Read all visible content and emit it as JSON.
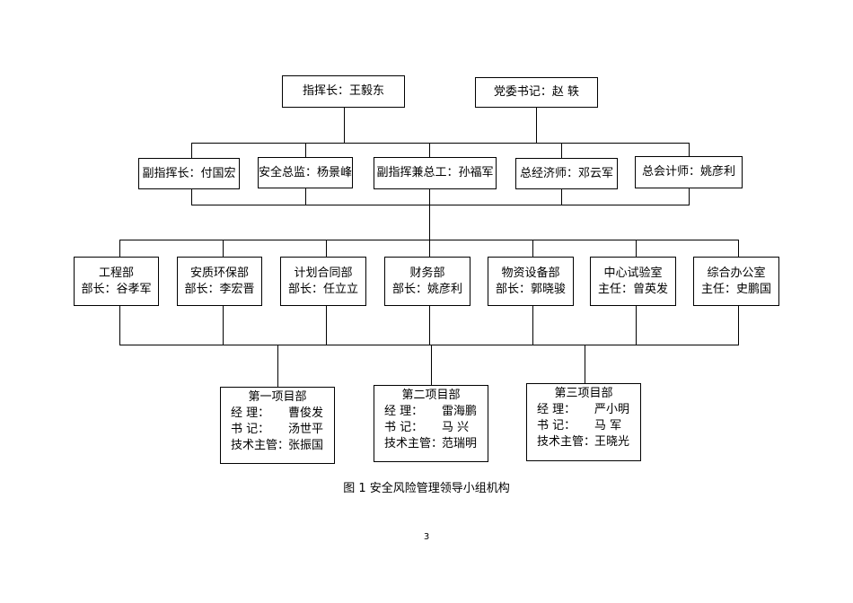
{
  "top": [
    {
      "text": "指挥长：王毅东"
    },
    {
      "text": "党委书记：赵  轶"
    }
  ],
  "level2": [
    {
      "text": "副指挥长：付国宏"
    },
    {
      "text": "安全总监：杨景峰"
    },
    {
      "text": "副指挥兼总工：孙福军"
    },
    {
      "text": "总经济师：邓云军"
    },
    {
      "text": "总会计师：姚彦利"
    }
  ],
  "departments": [
    {
      "name": "工程部",
      "leader": "部长：谷孝军"
    },
    {
      "name": "安质环保部",
      "leader": "部长：李宏晋"
    },
    {
      "name": "计划合同部",
      "leader": "部长：任立立"
    },
    {
      "name": "财务部",
      "leader": "部长：姚彦利"
    },
    {
      "name": "物资设备部",
      "leader": "部长：郭晓骏"
    },
    {
      "name": "中心试验室",
      "leader": "主任：曾英发"
    },
    {
      "name": "综合办公室",
      "leader": "主任：史鹏国"
    }
  ],
  "projects": [
    {
      "title": "第一项目部",
      "rows": [
        [
          "经      理：",
          "曹俊发"
        ],
        [
          "书      记：",
          "汤世平"
        ],
        [
          "技术主管：",
          "张振国"
        ]
      ]
    },
    {
      "title": "第二项目部",
      "rows": [
        [
          "经      理：",
          "雷海鹏"
        ],
        [
          "书      记：",
          "马  兴"
        ],
        [
          "技术主管：",
          "范瑞明"
        ]
      ]
    },
    {
      "title": "第三项目部",
      "rows": [
        [
          "经      理：",
          "严小明"
        ],
        [
          "书      记：",
          "马  军"
        ],
        [
          "技术主管：",
          "王晓光"
        ]
      ]
    }
  ],
  "caption": "图 1    安全风险管理领导小组机构",
  "page_number": "3"
}
